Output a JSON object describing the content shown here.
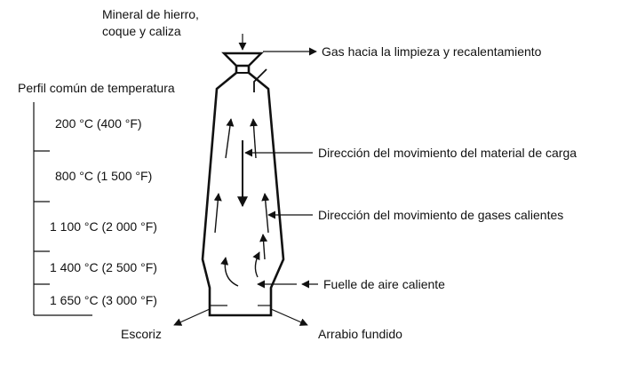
{
  "labels": {
    "inputs_line1": "Mineral de hierro,",
    "inputs_line2": "coque y caliza",
    "gas_out": "Gas hacia la limpieza y recalentamiento",
    "temp_profile_title": "Perfil común de temperatura",
    "charge_direction": "Dirección del movimiento del material de carga",
    "hot_gas_direction": "Dirección del movimiento de gases calientes",
    "hot_air_blast": "Fuelle de aire caliente",
    "slag": "Escoriz",
    "molten_iron": "Arrabio fundido"
  },
  "temperatures": [
    "200 °C (400 °F)",
    "800 °C (1 500 °F)",
    "1 100 °C (2 000 °F)",
    "1 400 °C (2 500 °F)",
    "1 650 °C (3 000 °F)"
  ],
  "colors": {
    "ink": "#111111",
    "background": "#ffffff"
  }
}
